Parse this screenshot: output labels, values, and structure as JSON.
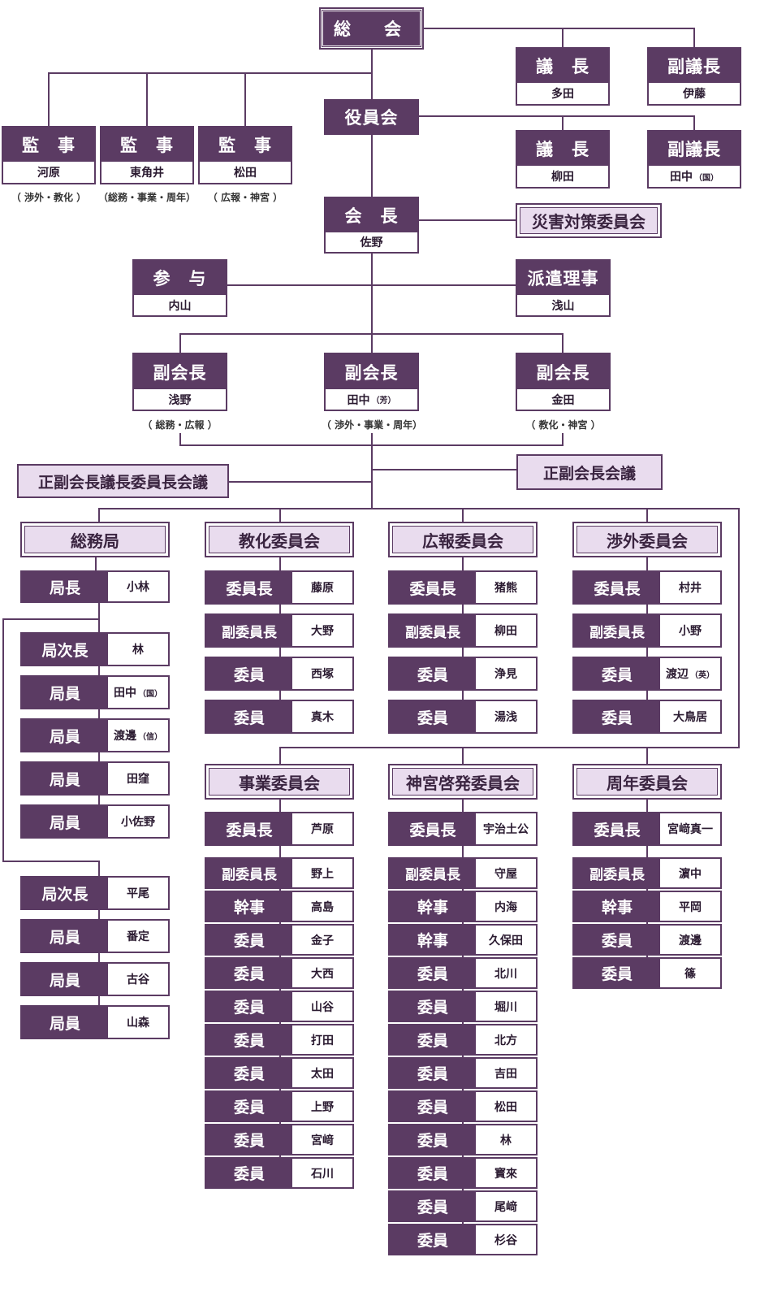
{
  "sokai": "総　会",
  "gicho_top": {
    "title": "議　長",
    "name": "多田"
  },
  "fukugicho_top": {
    "title": "副議長",
    "name": "伊藤"
  },
  "yakuinkai": "役員会",
  "gicho_mid": {
    "title": "議　長",
    "name": "柳田"
  },
  "fukugicho_mid": {
    "title": "副議長",
    "name": "田中",
    "suffix": "（国）"
  },
  "kanji": [
    {
      "title": "監　事",
      "name": "河原",
      "note": "（ 渉外・教化 ）"
    },
    {
      "title": "監　事",
      "name": "東角井",
      "note": "（総務・事業・周年）"
    },
    {
      "title": "監　事",
      "name": "松田",
      "note": "（ 広報・神宮 ）"
    }
  ],
  "kaicho": {
    "title": "会　長",
    "name": "佐野"
  },
  "saigai": "災害対策委員会",
  "sanyo": {
    "title": "参　与",
    "name": "内山"
  },
  "haken": {
    "title": "派遣理事",
    "name": "浅山"
  },
  "fukukaicho": [
    {
      "title": "副会長",
      "name": "浅野",
      "suffix": "",
      "note": "（ 総務・広報 ）"
    },
    {
      "title": "副会長",
      "name": "田中",
      "suffix": "（芳）",
      "note": "（ 渉外・事業・周年）"
    },
    {
      "title": "副会長",
      "name": "金田",
      "suffix": "",
      "note": "（ 教化・神宮 ）"
    }
  ],
  "meeting_left": "正副会長議長委員長会議",
  "meeting_right": "正副会長会議",
  "somukyoku": {
    "title": "総務局",
    "head": {
      "role": "局長",
      "name": "小林"
    },
    "group1": [
      {
        "role": "局次長",
        "name": "林",
        "suffix": ""
      },
      {
        "role": "局員",
        "name": "田中",
        "suffix": "（国）"
      },
      {
        "role": "局員",
        "name": "渡邊",
        "suffix": "（信）"
      },
      {
        "role": "局員",
        "name": "田窪",
        "suffix": ""
      },
      {
        "role": "局員",
        "name": "小佐野",
        "suffix": ""
      }
    ],
    "group2": [
      {
        "role": "局次長",
        "name": "平尾",
        "suffix": ""
      },
      {
        "role": "局員",
        "name": "番定",
        "suffix": ""
      },
      {
        "role": "局員",
        "name": "古谷",
        "suffix": ""
      },
      {
        "role": "局員",
        "name": "山森",
        "suffix": ""
      }
    ]
  },
  "committees_top": [
    {
      "title": "教化委員会",
      "members": [
        {
          "role": "委員長",
          "name": "藤原",
          "suffix": ""
        },
        {
          "role": "副委員長",
          "name": "大野",
          "suffix": ""
        },
        {
          "role": "委員",
          "name": "西塚",
          "suffix": ""
        },
        {
          "role": "委員",
          "name": "真木",
          "suffix": ""
        }
      ]
    },
    {
      "title": "広報委員会",
      "members": [
        {
          "role": "委員長",
          "name": "猪熊",
          "suffix": ""
        },
        {
          "role": "副委員長",
          "name": "柳田",
          "suffix": ""
        },
        {
          "role": "委員",
          "name": "浄見",
          "suffix": ""
        },
        {
          "role": "委員",
          "name": "湯浅",
          "suffix": ""
        }
      ]
    },
    {
      "title": "渉外委員会",
      "members": [
        {
          "role": "委員長",
          "name": "村井",
          "suffix": ""
        },
        {
          "role": "副委員長",
          "name": "小野",
          "suffix": ""
        },
        {
          "role": "委員",
          "name": "渡辺",
          "suffix": "（英）"
        },
        {
          "role": "委員",
          "name": "大鳥居",
          "suffix": ""
        }
      ]
    }
  ],
  "committees_bottom": [
    {
      "title": "事業委員会",
      "chair": {
        "role": "委員長",
        "name": "芦原"
      },
      "members": [
        {
          "role": "副委員長",
          "name": "野上"
        },
        {
          "role": "幹事",
          "name": "高島"
        },
        {
          "role": "委員",
          "name": "金子"
        },
        {
          "role": "委員",
          "name": "大西"
        },
        {
          "role": "委員",
          "name": "山谷"
        },
        {
          "role": "委員",
          "name": "打田"
        },
        {
          "role": "委員",
          "name": "太田"
        },
        {
          "role": "委員",
          "name": "上野"
        },
        {
          "role": "委員",
          "name": "宮﨑"
        },
        {
          "role": "委員",
          "name": "石川"
        }
      ]
    },
    {
      "title": "神宮啓発委員会",
      "chair": {
        "role": "委員長",
        "name": "宇治土公"
      },
      "members": [
        {
          "role": "副委員長",
          "name": "守屋"
        },
        {
          "role": "幹事",
          "name": "内海"
        },
        {
          "role": "幹事",
          "name": "久保田"
        },
        {
          "role": "委員",
          "name": "北川"
        },
        {
          "role": "委員",
          "name": "堀川"
        },
        {
          "role": "委員",
          "name": "北方"
        },
        {
          "role": "委員",
          "name": "吉田"
        },
        {
          "role": "委員",
          "name": "松田"
        },
        {
          "role": "委員",
          "name": "林"
        },
        {
          "role": "委員",
          "name": "寳來"
        },
        {
          "role": "委員",
          "name": "尾﨑"
        },
        {
          "role": "委員",
          "name": "杉谷"
        }
      ]
    },
    {
      "title": "周年委員会",
      "chair": {
        "role": "委員長",
        "name": "宮﨑真一"
      },
      "members": [
        {
          "role": "副委員長",
          "name": "濵中"
        },
        {
          "role": "幹事",
          "name": "平岡"
        },
        {
          "role": "委員",
          "name": "渡邊"
        },
        {
          "role": "委員",
          "name": "篠"
        }
      ]
    }
  ]
}
